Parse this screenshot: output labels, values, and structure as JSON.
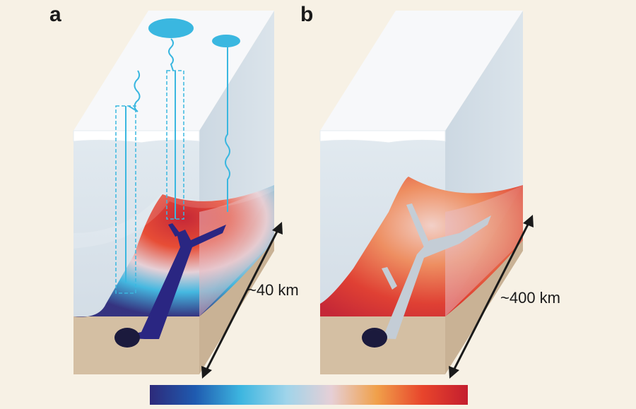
{
  "panels": [
    {
      "label": "a",
      "scale": "~40 km"
    },
    {
      "label": "b",
      "scale": "~400 km"
    }
  ],
  "colorbar": {
    "stops": [
      "#2d2a7a",
      "#1f5bb0",
      "#3db6e0",
      "#9fd4ea",
      "#e6cfd6",
      "#f0a04a",
      "#e8452c",
      "#c41e2e"
    ]
  },
  "colors": {
    "background": "#f7f1e5",
    "snow": "#ffffff",
    "ice": "#d9e3ea",
    "bed": "#d4bfa3",
    "meltwater": "#3ab7e0",
    "channel_a": "#2a2682",
    "channel_b": "#c4cdd6",
    "tunnel": "#1b1a3d"
  }
}
